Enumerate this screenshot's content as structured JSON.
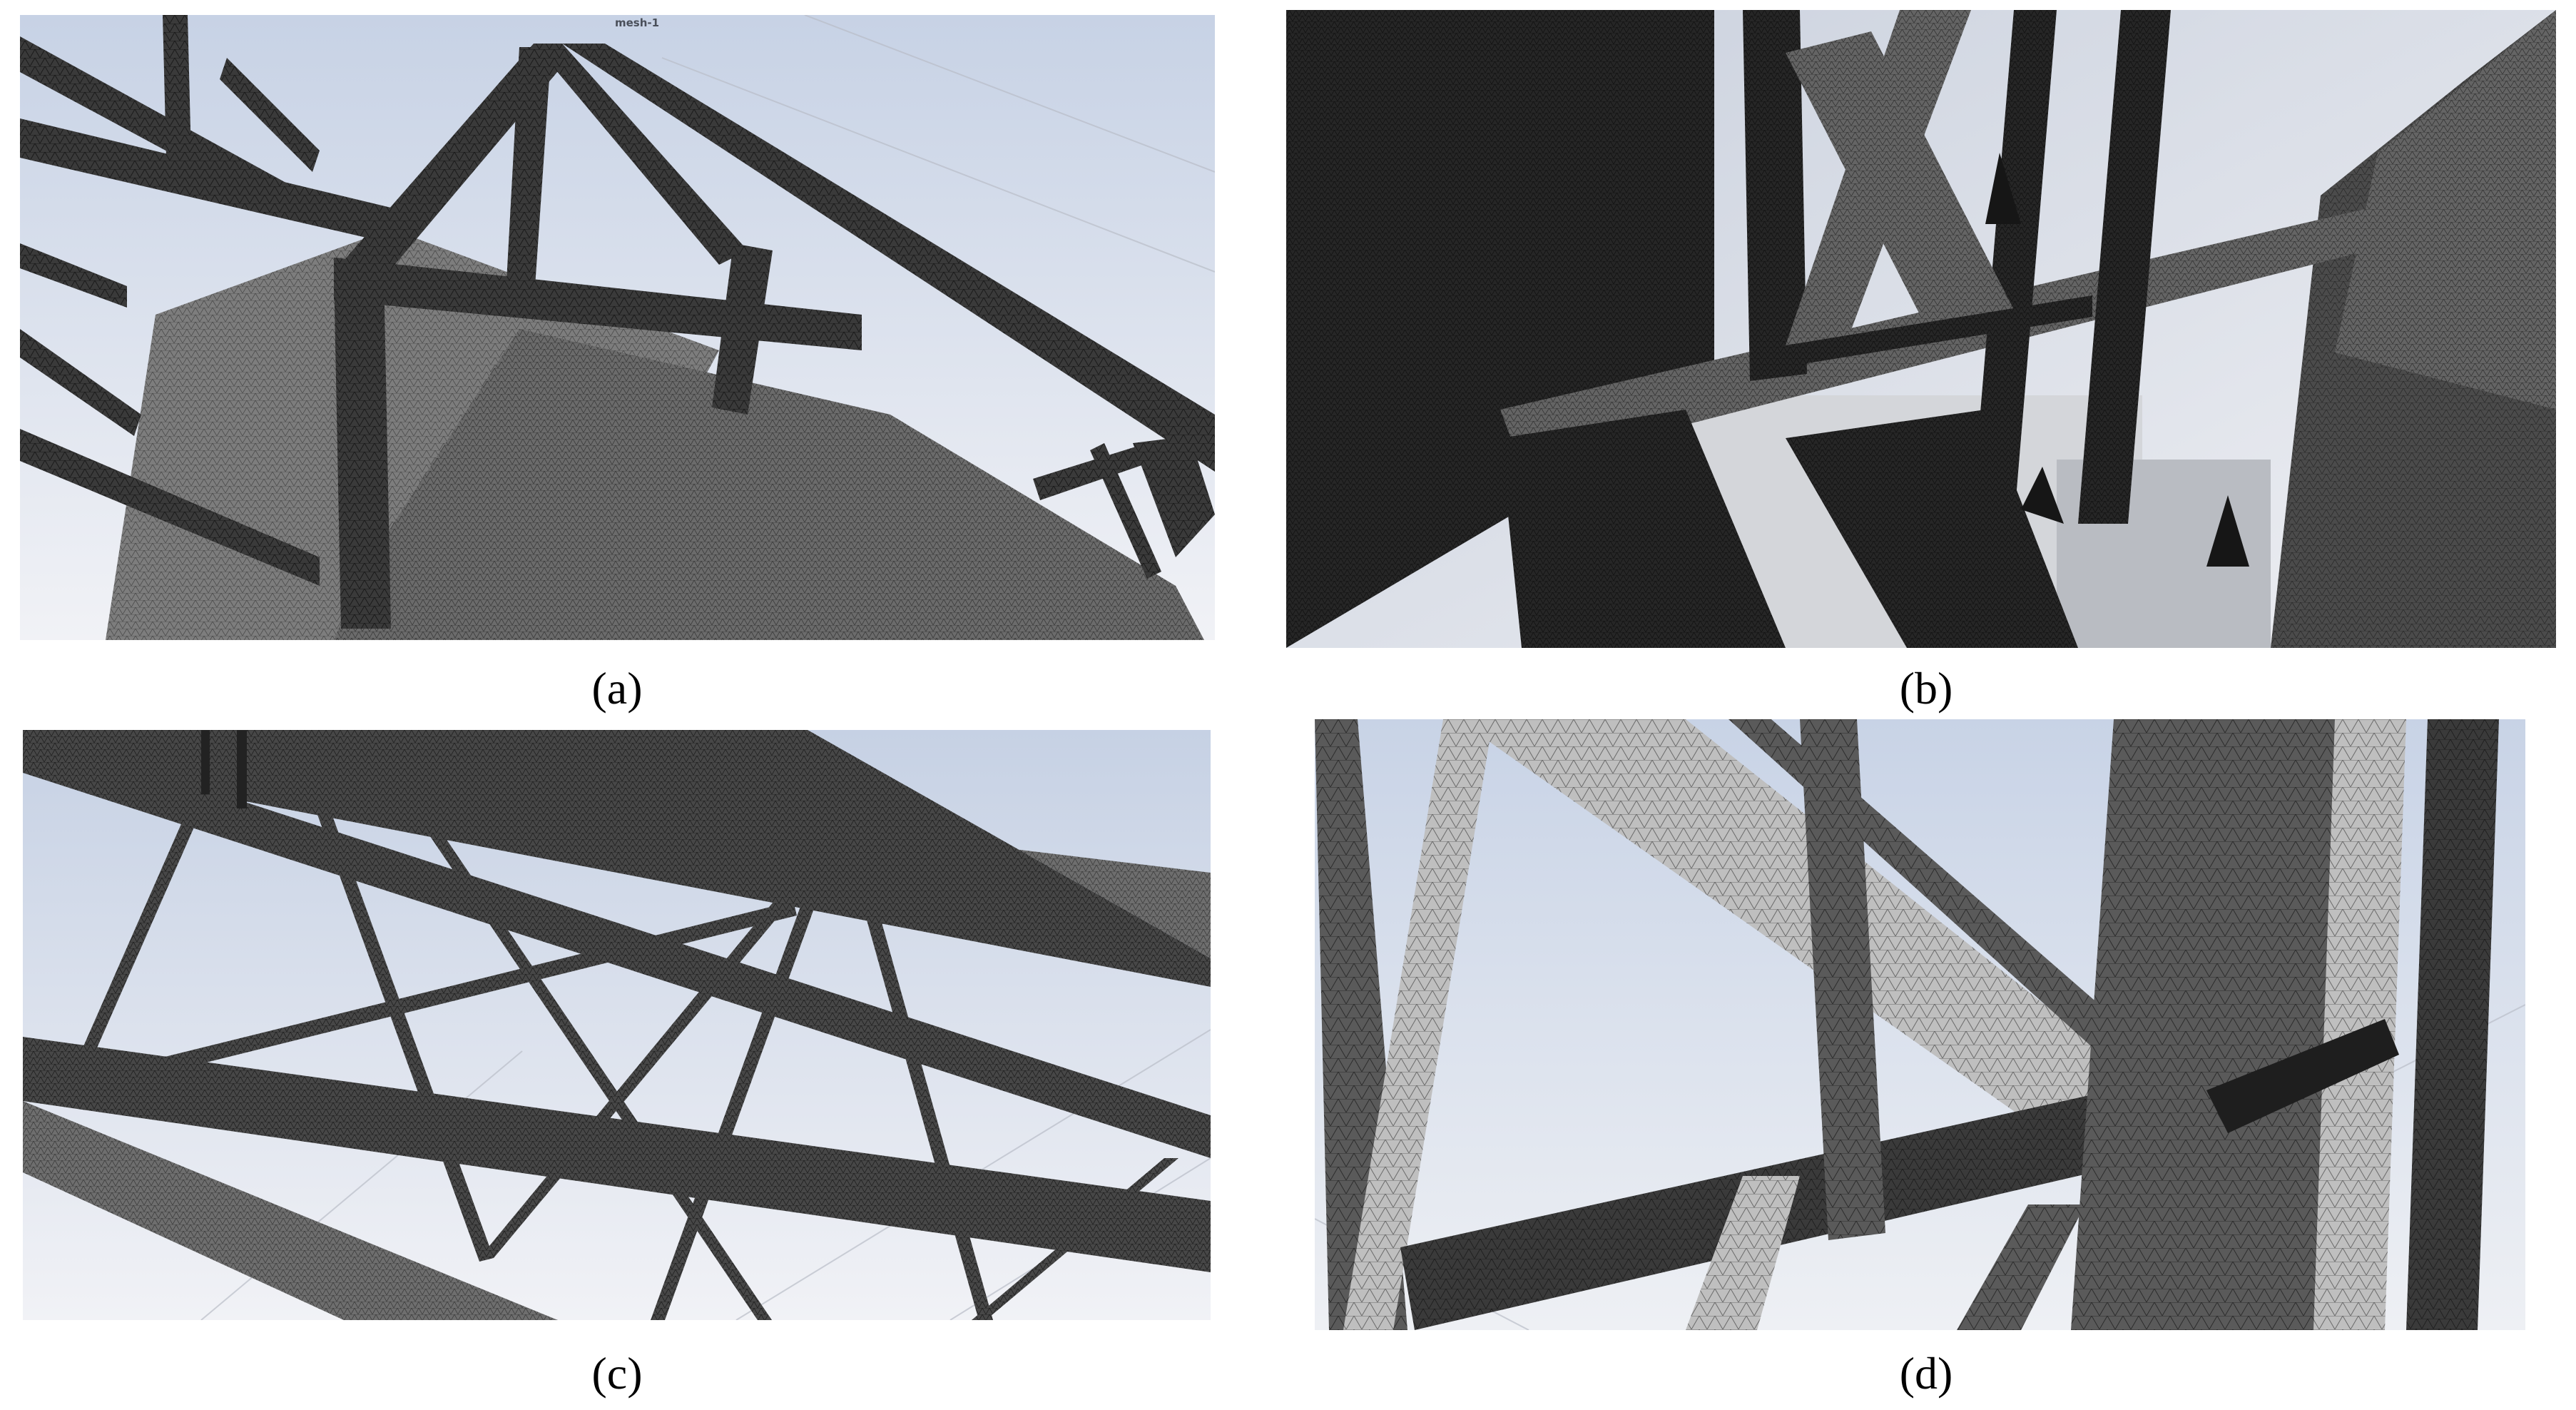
{
  "figure": {
    "panels": [
      {
        "id": "a",
        "caption": "(a)",
        "viewport_title": "mesh-1"
      },
      {
        "id": "b",
        "caption": "(b)"
      },
      {
        "id": "c",
        "caption": "(c)"
      },
      {
        "id": "d",
        "caption": "(d)"
      }
    ]
  },
  "colors": {
    "viewport_top": "#c9d4e6",
    "viewport_bottom": "#f3f4f7",
    "mesh_dark": "#2b2b2b",
    "mesh_mid": "#5a5a5a",
    "mesh_light": "#9a9a9a",
    "edge_line": "#111111",
    "floor_line": "#b8bcc6"
  }
}
